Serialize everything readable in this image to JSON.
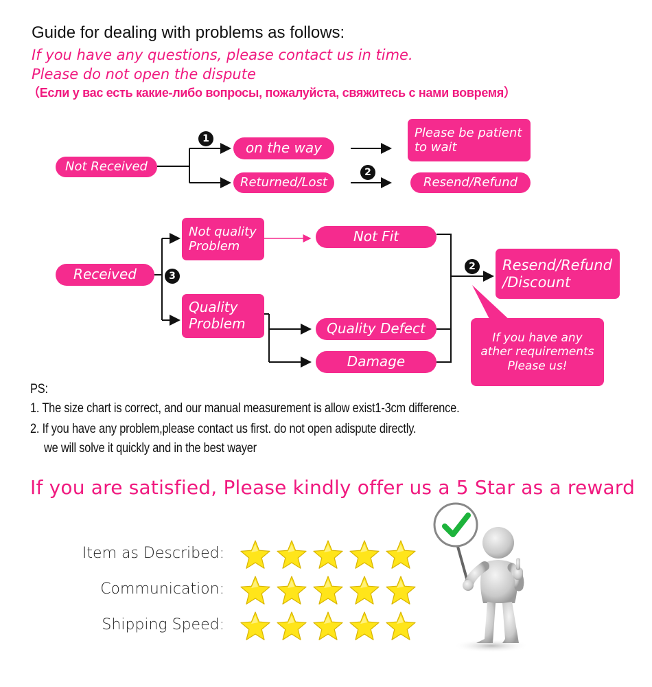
{
  "header": {
    "title": "Guide for dealing with problems as follows:",
    "note1": "If you have any questions, please contact us in time.",
    "note2": "Please do not open the dispute",
    "note_ru": "（Если у вас есть какие-либо вопросы, пожалуйста, свяжитесь с нами вовремя）"
  },
  "flow": {
    "not_received": "Not Received",
    "on_the_way": "on the way",
    "returned_lost": "Returned/Lost",
    "patient_line1": "Please be patient",
    "patient_line2": "to wait",
    "resend_refund": "Resend/Refund",
    "received": "Received",
    "not_quality_line1": "Not quality",
    "not_quality_line2": "Problem",
    "quality_line1": "Quality",
    "quality_line2": "Problem",
    "not_fit": "Not Fit",
    "quality_defect": "Quality Defect",
    "damage": "Damage",
    "resend_refund_discount_line1": "Resend/Refund",
    "resend_refund_discount_line2": "/Discount",
    "callout_line1": "If you have any",
    "callout_line2": "ather requirements",
    "callout_line3": "Please us!",
    "badge1": "1",
    "badge2": "2",
    "badge3": "3"
  },
  "ps": {
    "label": "PS:",
    "line1": "1. The size chart is correct, and our manual measurement is allow exist1-3cm difference.",
    "line2": "2. If you have any problem,please contact us first. do not open adispute directly.",
    "line3": "we will solve it quickly and in the best wayer"
  },
  "cta": "If you are satisfied, Please kindly offer us a 5 Star as a reward",
  "ratings": [
    {
      "label": "Item as Described:",
      "stars": 5
    },
    {
      "label": "Communication:",
      "stars": 5
    },
    {
      "label": "Shipping Speed:",
      "stars": 5
    }
  ],
  "colors": {
    "accent": "#f52b8e",
    "star": "#ffe51a",
    "check": "#1db33b"
  },
  "icons": {
    "figure": "thumbs-up-figure-with-checkmark-sign-icon",
    "star": "star-icon"
  }
}
